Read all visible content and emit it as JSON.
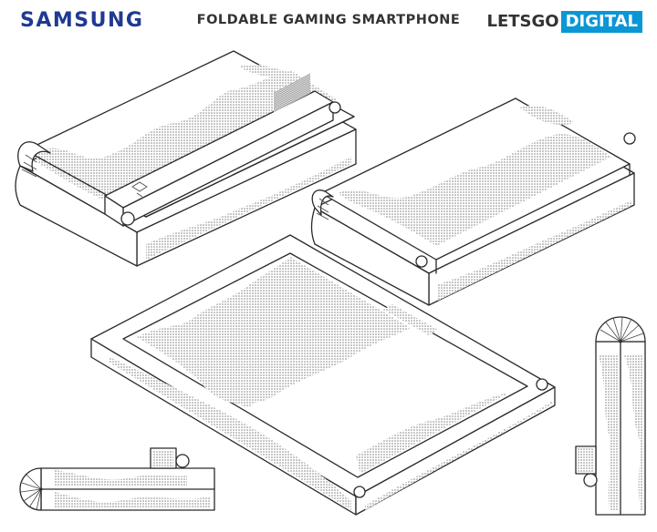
{
  "header": {
    "brand_left": "SAMSUNG",
    "title": "FOLDABLE GAMING SMARTPHONE",
    "brand_right_part1": "LETSGO",
    "brand_right_part2": "DIGITAL"
  },
  "colors": {
    "samsung_blue": "#1f3a93",
    "digital_badge": "#0a97d6",
    "line": "#2a2a2a"
  }
}
